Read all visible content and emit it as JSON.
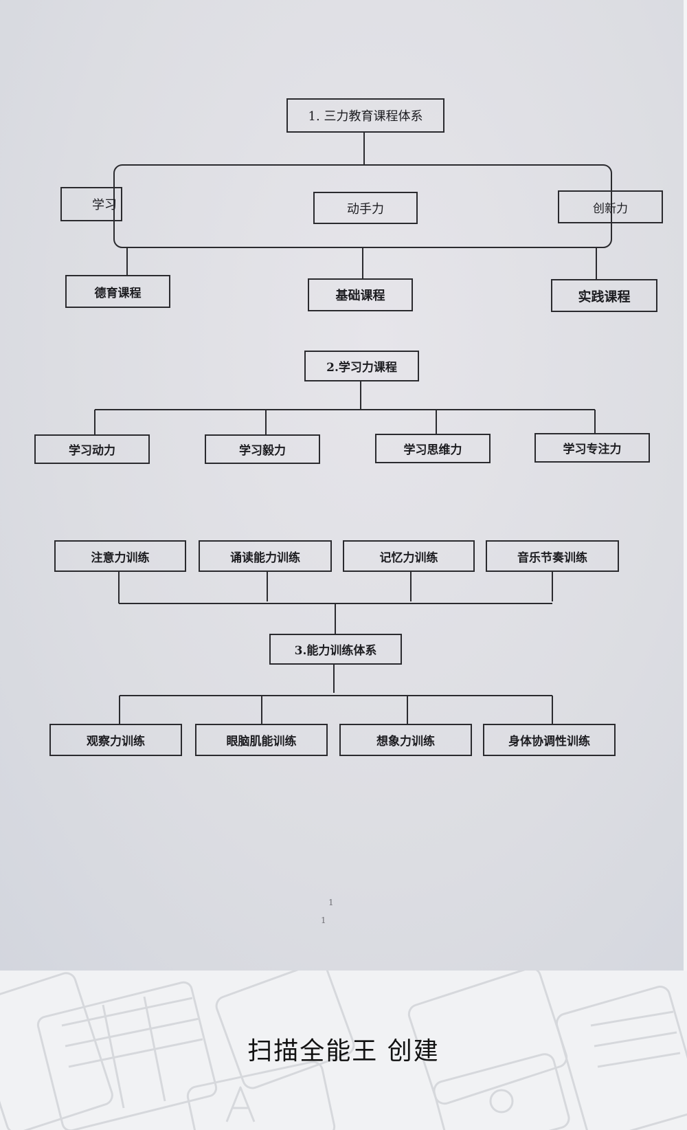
{
  "section1": {
    "title": "1. 三力教育课程体系",
    "abilities": [
      "学习力",
      "动手力",
      "创新力"
    ],
    "abilities_visible": [
      "学习",
      "动手力",
      "创新力"
    ],
    "courses": [
      "德育课程",
      "基础课程",
      "实践课程"
    ]
  },
  "section2": {
    "title": "2.学习力课程",
    "items": [
      "学习动力",
      "学习毅力",
      "学习思维力",
      "学习专注力"
    ]
  },
  "section3": {
    "title": "3.能力训练体系",
    "top_items": [
      "注意力训练",
      "诵读能力训练",
      "记忆力训练",
      "音乐节奏训练"
    ],
    "bottom_items": [
      "观察力训练",
      "眼脑肌能训练",
      "想象力训练",
      "身体协调性训练"
    ]
  },
  "page_numbers": [
    "1",
    "1"
  ],
  "footer": {
    "text": "扫描全能王 创建"
  },
  "colors": {
    "paper": "#dfe0e5",
    "ink": "#2a2a2e",
    "footer_bg": "#f1f2f4"
  }
}
